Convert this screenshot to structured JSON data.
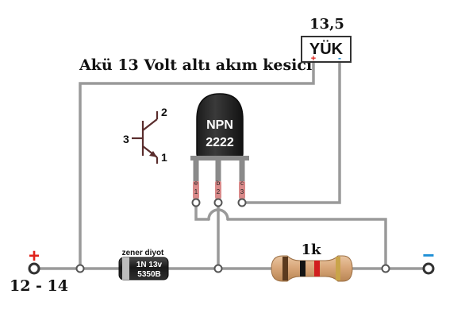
{
  "title": "Akü 13 Volt altı akım kesici",
  "load": {
    "voltage": "13,5",
    "label": "YÜK",
    "plus": "+",
    "minus": "-"
  },
  "transistor": {
    "line1": "NPN",
    "line2": "2222",
    "pins": [
      {
        "letter": "e",
        "number": "1"
      },
      {
        "letter": "b",
        "number": "2"
      },
      {
        "letter": "c",
        "number": "3"
      }
    ]
  },
  "symbol": {
    "pin2": "2",
    "pin3": "3",
    "pin1": "1"
  },
  "zener": {
    "caption": "zener diyot",
    "line1": "1N 13v",
    "line2": "5350B"
  },
  "resistor": {
    "label": "1k"
  },
  "terminals": {
    "plus": "+",
    "minus": "−",
    "range": "12 - 14"
  },
  "colors": {
    "wire": "#9a9a9a",
    "plus": "#e0221a",
    "minus": "#1e8fd6",
    "text": "#111111",
    "pinPink": "#d98a8a"
  }
}
